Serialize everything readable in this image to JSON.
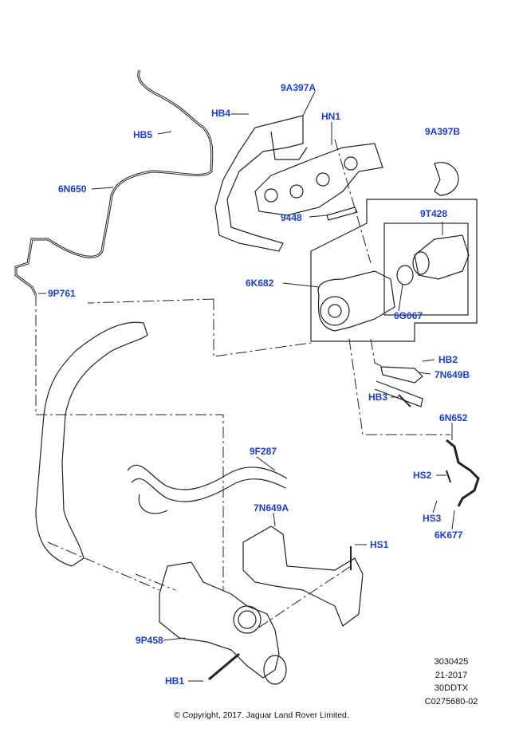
{
  "callouts": {
    "c9A397A": "9A397A",
    "HB4": "HB4",
    "HN1": "HN1",
    "HB5": "HB5",
    "c6N650": "6N650",
    "c9A397B": "9A397B",
    "c9448": "9448",
    "c9T428": "9T428",
    "c6K682": "6K682",
    "c9P761": "9P761",
    "c6G067": "6G067",
    "HB2": "HB2",
    "c7N649B": "7N649B",
    "HB3": "HB3",
    "c6N652": "6N652",
    "c9F287": "9F287",
    "HS2": "HS2",
    "HS3": "HS3",
    "c6K677": "6K677",
    "c7N649A": "7N649A",
    "HS1": "HS1",
    "c9P458": "9P458",
    "HB1": "HB1"
  },
  "reference": {
    "line1": "3030425",
    "line2": "21-2017",
    "line3": "30DDTX",
    "line4": "C0275680-02"
  },
  "copyright": "© Copyright, 2017. Jaguar Land Rover Limited.",
  "colors": {
    "label": "#1a3fd0",
    "line": "#222222"
  }
}
